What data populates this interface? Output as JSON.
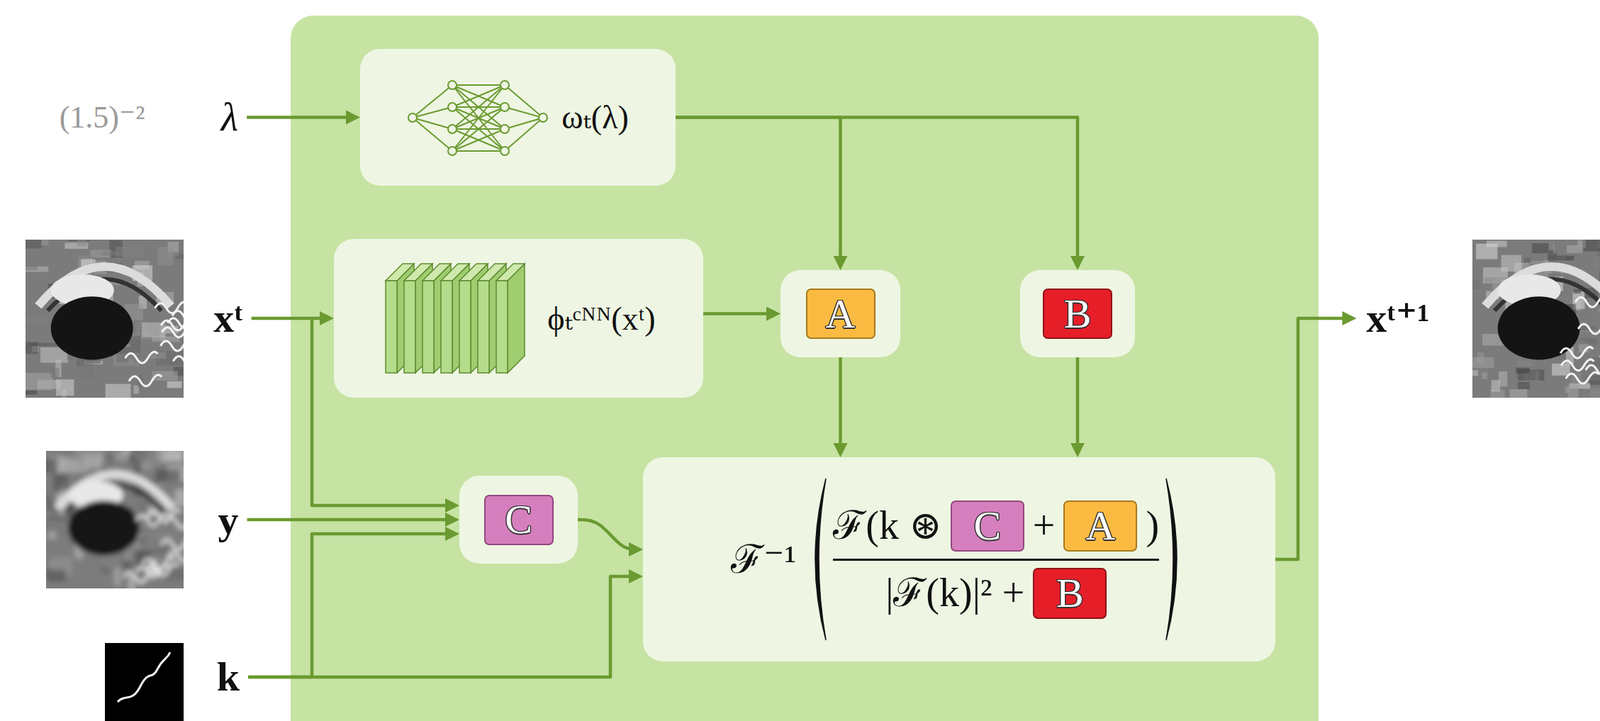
{
  "diagram": {
    "nodes": [
      {
        "text": [
          "ωₜ(λ)"
        ]
      },
      {
        "text": [
          "ϕₜᶜᴺᴺ(xᵗ)"
        ]
      },
      {
        "text": [
          "A"
        ]
      },
      {
        "text": [
          "B"
        ]
      },
      {
        "text": [
          "C"
        ]
      },
      {
        "text": [
          "ℱ⁻¹",
          "ℱ(k ⊛",
          "+",
          ")",
          "|ℱ(k)|² +"
        ]
      },
      {
        "text": [
          "C"
        ],
        "in": 5
      },
      {
        "text": [
          "A"
        ],
        "in": 5
      },
      {
        "text": [
          "B"
        ],
        "in": 5
      }
    ],
    "edges": [
      {
        "from": 0,
        "to": 2,
        "arrow": "to"
      },
      {
        "from": 0,
        "to": 3,
        "arrow": "to"
      },
      {
        "from": 1,
        "to": 2,
        "arrow": "to"
      },
      {
        "from": 2,
        "to": 5,
        "arrow": "to"
      },
      {
        "from": 3,
        "to": 5,
        "arrow": "to"
      },
      {
        "from": 4,
        "to": 5,
        "arrow": "to"
      }
    ],
    "labels": [
      "(1.5)⁻²",
      "λ",
      "xᵗ",
      "y",
      "k",
      "xᵗ⁺¹"
    ]
  }
}
